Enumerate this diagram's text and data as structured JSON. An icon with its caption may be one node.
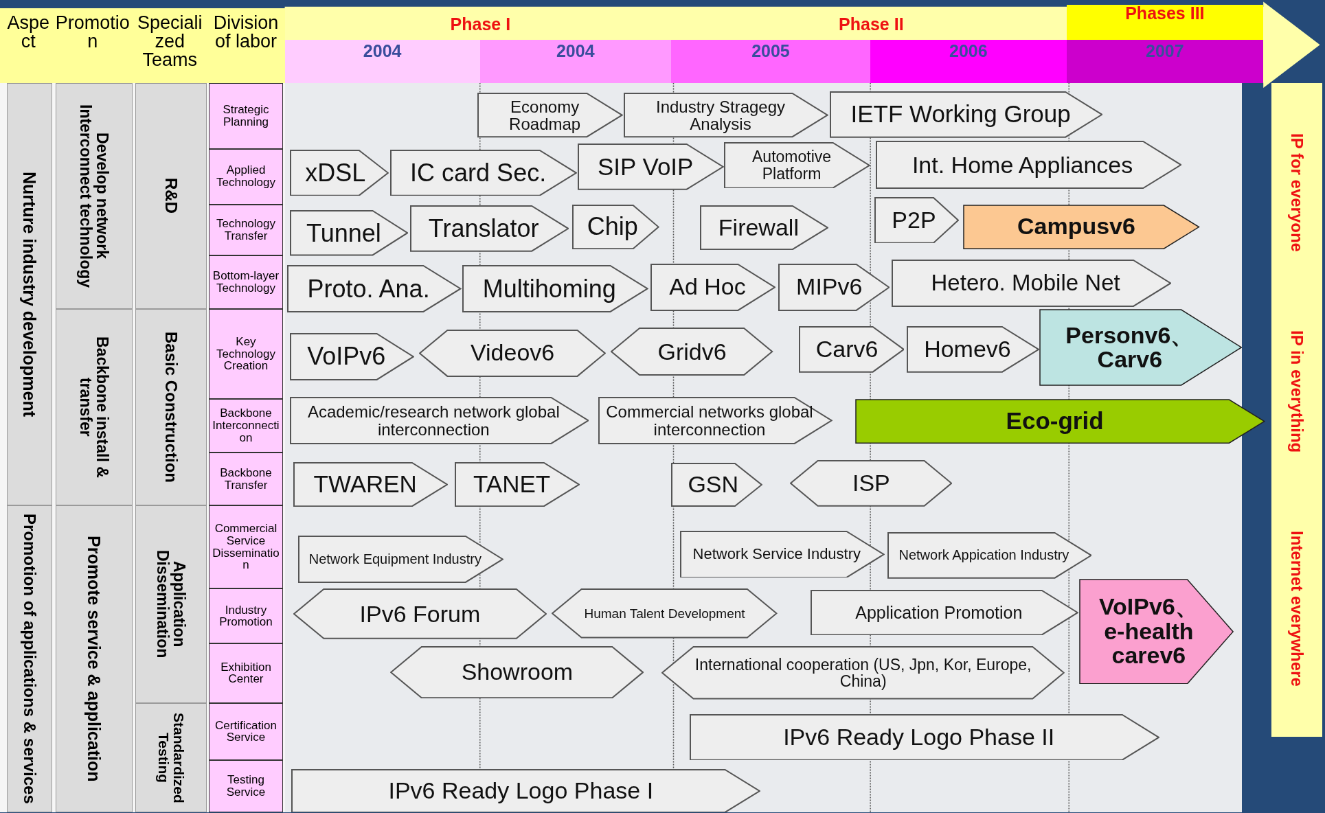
{
  "diagram": {
    "nodes": [
      {
        "text": [
          "Aspect"
        ]
      },
      {
        "text": [
          "Promotion"
        ]
      },
      {
        "text": [
          "Specialized Teams"
        ]
      },
      {
        "text": [
          "Division of labor"
        ]
      },
      {
        "text": [
          "Phase I"
        ]
      },
      {
        "text": [
          "Phase II"
        ]
      },
      {
        "text": [
          "Phases III"
        ]
      },
      {
        "text": [
          "2004"
        ]
      },
      {
        "text": [
          "2004"
        ]
      },
      {
        "text": [
          "2005"
        ]
      },
      {
        "text": [
          "2006"
        ]
      },
      {
        "text": [
          "2007"
        ]
      },
      {
        "text": [
          "Nurture industry development"
        ]
      },
      {
        "text": [
          "Develop network Interconnect technology"
        ]
      },
      {
        "text": [
          "R&D"
        ]
      },
      {
        "text": [
          "Strategic Planning"
        ]
      },
      {
        "text": [
          "Economy Roadmap"
        ]
      },
      {
        "text": [
          "Industry Stragegy Analysis"
        ]
      },
      {
        "text": [
          "IETF Working Group"
        ]
      },
      {
        "text": [
          "Applied Technology"
        ]
      },
      {
        "text": [
          "xDSL"
        ]
      },
      {
        "text": [
          "IC card Sec."
        ]
      },
      {
        "text": [
          "SIP VoIP"
        ]
      },
      {
        "text": [
          "Automotive Platform"
        ]
      },
      {
        "text": [
          "Int. Home Appliances"
        ]
      },
      {
        "text": [
          "Technology Transfer"
        ]
      },
      {
        "text": [
          "Tunnel"
        ]
      },
      {
        "text": [
          "Translator"
        ]
      },
      {
        "text": [
          "Chip"
        ]
      },
      {
        "text": [
          "Firewall"
        ]
      },
      {
        "text": [
          "P2P"
        ]
      },
      {
        "text": [
          "Campusv6"
        ]
      },
      {
        "text": [
          "Bottom-layer Technology"
        ]
      },
      {
        "text": [
          "Proto. Ana."
        ]
      },
      {
        "text": [
          "Multihoming"
        ]
      },
      {
        "text": [
          "Ad Hoc"
        ]
      },
      {
        "text": [
          "MIPv6"
        ]
      },
      {
        "text": [
          "Hetero. Mobile Net"
        ]
      },
      {
        "text": [
          "Backbone install & transfer"
        ]
      },
      {
        "text": [
          "Basic Construction"
        ]
      },
      {
        "text": [
          "Key Technology Creation"
        ]
      },
      {
        "text": [
          "VoIPv6"
        ]
      },
      {
        "text": [
          "Videov6"
        ]
      },
      {
        "text": [
          "Gridv6"
        ]
      },
      {
        "text": [
          "Carv6"
        ]
      },
      {
        "text": [
          "Homev6"
        ]
      },
      {
        "text": [
          "Personv6、 Carv6"
        ]
      },
      {
        "text": [
          "Backbone Interconnection"
        ]
      },
      {
        "text": [
          "Academic/research network global interconnection"
        ]
      },
      {
        "text": [
          "Commercial networks global interconnection"
        ]
      },
      {
        "text": [
          "Eco-grid"
        ]
      },
      {
        "text": [
          "Backbone Transfer"
        ]
      },
      {
        "text": [
          "TWAREN"
        ]
      },
      {
        "text": [
          "TANET"
        ]
      },
      {
        "text": [
          "GSN"
        ]
      },
      {
        "text": [
          "ISP"
        ]
      },
      {
        "text": [
          "Promotion of applications & services"
        ]
      },
      {
        "text": [
          "Promote service & application"
        ]
      },
      {
        "text": [
          "Application Dissemination"
        ]
      },
      {
        "text": [
          "Commercial Service Dissemination"
        ]
      },
      {
        "text": [
          "Network Equipment Industry"
        ]
      },
      {
        "text": [
          "Network Service Industry"
        ]
      },
      {
        "text": [
          "Network Appication Industry"
        ]
      },
      {
        "text": [
          "Industry Promotion"
        ]
      },
      {
        "text": [
          "IPv6 Forum"
        ]
      },
      {
        "text": [
          "Human Talent Development"
        ]
      },
      {
        "text": [
          "Application Promotion"
        ]
      },
      {
        "text": [
          "VoIPv6、 e-health carev6"
        ]
      },
      {
        "text": [
          "Exhibition Center"
        ]
      },
      {
        "text": [
          "Showroom"
        ]
      },
      {
        "text": [
          "International cooperation (US, Jpn, Kor, Europe, China)"
        ]
      },
      {
        "text": [
          "Standardized Testing"
        ]
      },
      {
        "text": [
          "Certification Service"
        ]
      },
      {
        "text": [
          "IPv6 Ready Logo Phase II"
        ]
      },
      {
        "text": [
          "Testing Service"
        ]
      },
      {
        "text": [
          "IPv6 Ready Logo Phase I"
        ]
      },
      {
        "text": [
          "IP for everyone",
          "IP in everything",
          "Internet everywhere"
        ]
      }
    ]
  }
}
